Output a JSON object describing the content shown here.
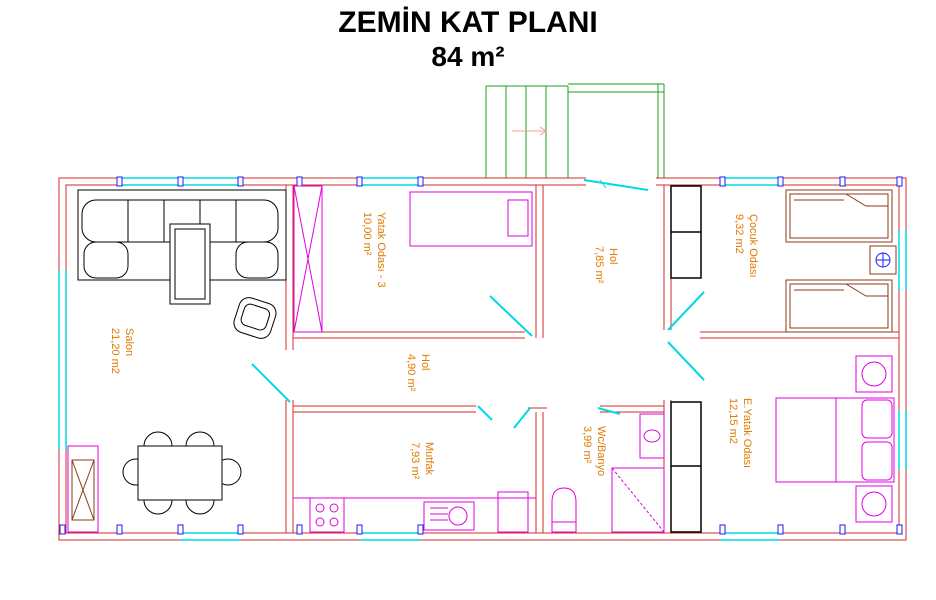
{
  "title": "ZEMİN KAT PLANI",
  "area": "84 m²",
  "colors": {
    "wall": "#d62828",
    "furniture": "#000000",
    "fixtures": "#e000e0",
    "window": "#00d8e8",
    "label": "#e07b00",
    "stairs": "#1e9e1e",
    "brown": "#8b3a1a"
  },
  "rooms": {
    "salon": {
      "name": "Salon",
      "area": "21,20 m2"
    },
    "yatak3": {
      "name": "Yatak Odası - 3",
      "area": "10,00 m²"
    },
    "hol_top": {
      "name": "Hol",
      "area": "7,85 m²"
    },
    "cocuk": {
      "name": "Çocuk Odası",
      "area": "9,32 m2"
    },
    "hol_mid": {
      "name": "Hol",
      "area": "4,90 m²"
    },
    "mutfak": {
      "name": "Mutfak",
      "area": "7,93 m²"
    },
    "wc": {
      "name": "Wc/Banyo",
      "area": "3,99 m²"
    },
    "eyatak": {
      "name": "E.Yatak Odası",
      "area": "12,15 m2"
    }
  }
}
